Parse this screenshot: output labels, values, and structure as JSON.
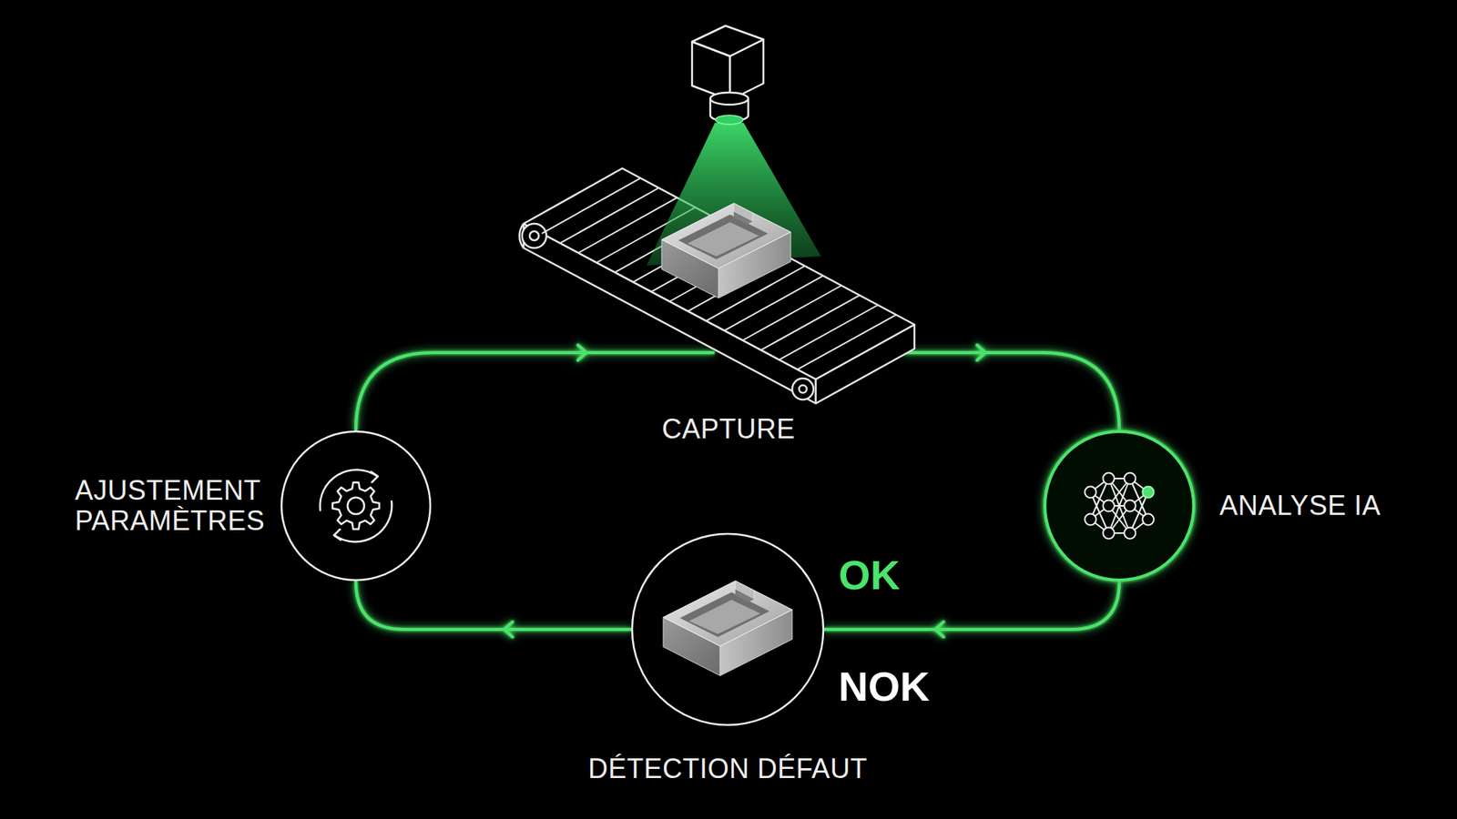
{
  "diagram": {
    "nodes": [
      {
        "text": [
          "CAPTURE"
        ]
      },
      {
        "text": [
          "ANALYSE IA"
        ]
      },
      {
        "text": [
          "DÉTECTION DÉFAUT"
        ]
      },
      {
        "text": [
          "AJUSTEMENT PARAMÈTRES"
        ]
      }
    ],
    "edges": [
      {
        "from": 0,
        "to": 1,
        "arrow": "to"
      },
      {
        "from": 1,
        "to": 2,
        "arrow": "to"
      },
      {
        "from": 2,
        "to": 3,
        "arrow": "to"
      },
      {
        "from": 3,
        "to": 0,
        "arrow": "to"
      }
    ],
    "labels": [
      "OK",
      "NOK"
    ]
  }
}
